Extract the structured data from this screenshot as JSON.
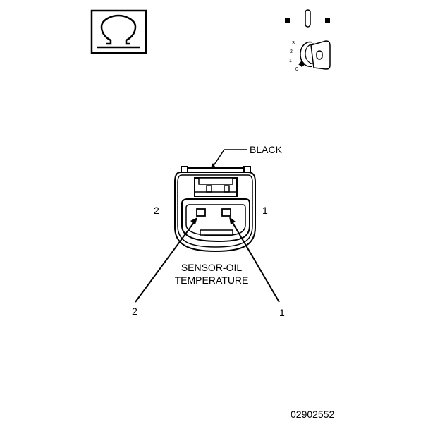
{
  "ohmmeter": {
    "symbol": "Ω"
  },
  "ignition_switch": {
    "positions": [
      "3",
      "2",
      "1",
      "0"
    ]
  },
  "connector": {
    "color_label": "BLACK",
    "name_line1": "SENSOR-OIL",
    "name_line2": "TEMPERATURE",
    "pin_left_face": "2",
    "pin_right_face": "1",
    "probe_left": "2",
    "probe_right": "1"
  },
  "figure_number": "02902552",
  "colors": {
    "line": "#000000",
    "background": "#ffffff"
  }
}
